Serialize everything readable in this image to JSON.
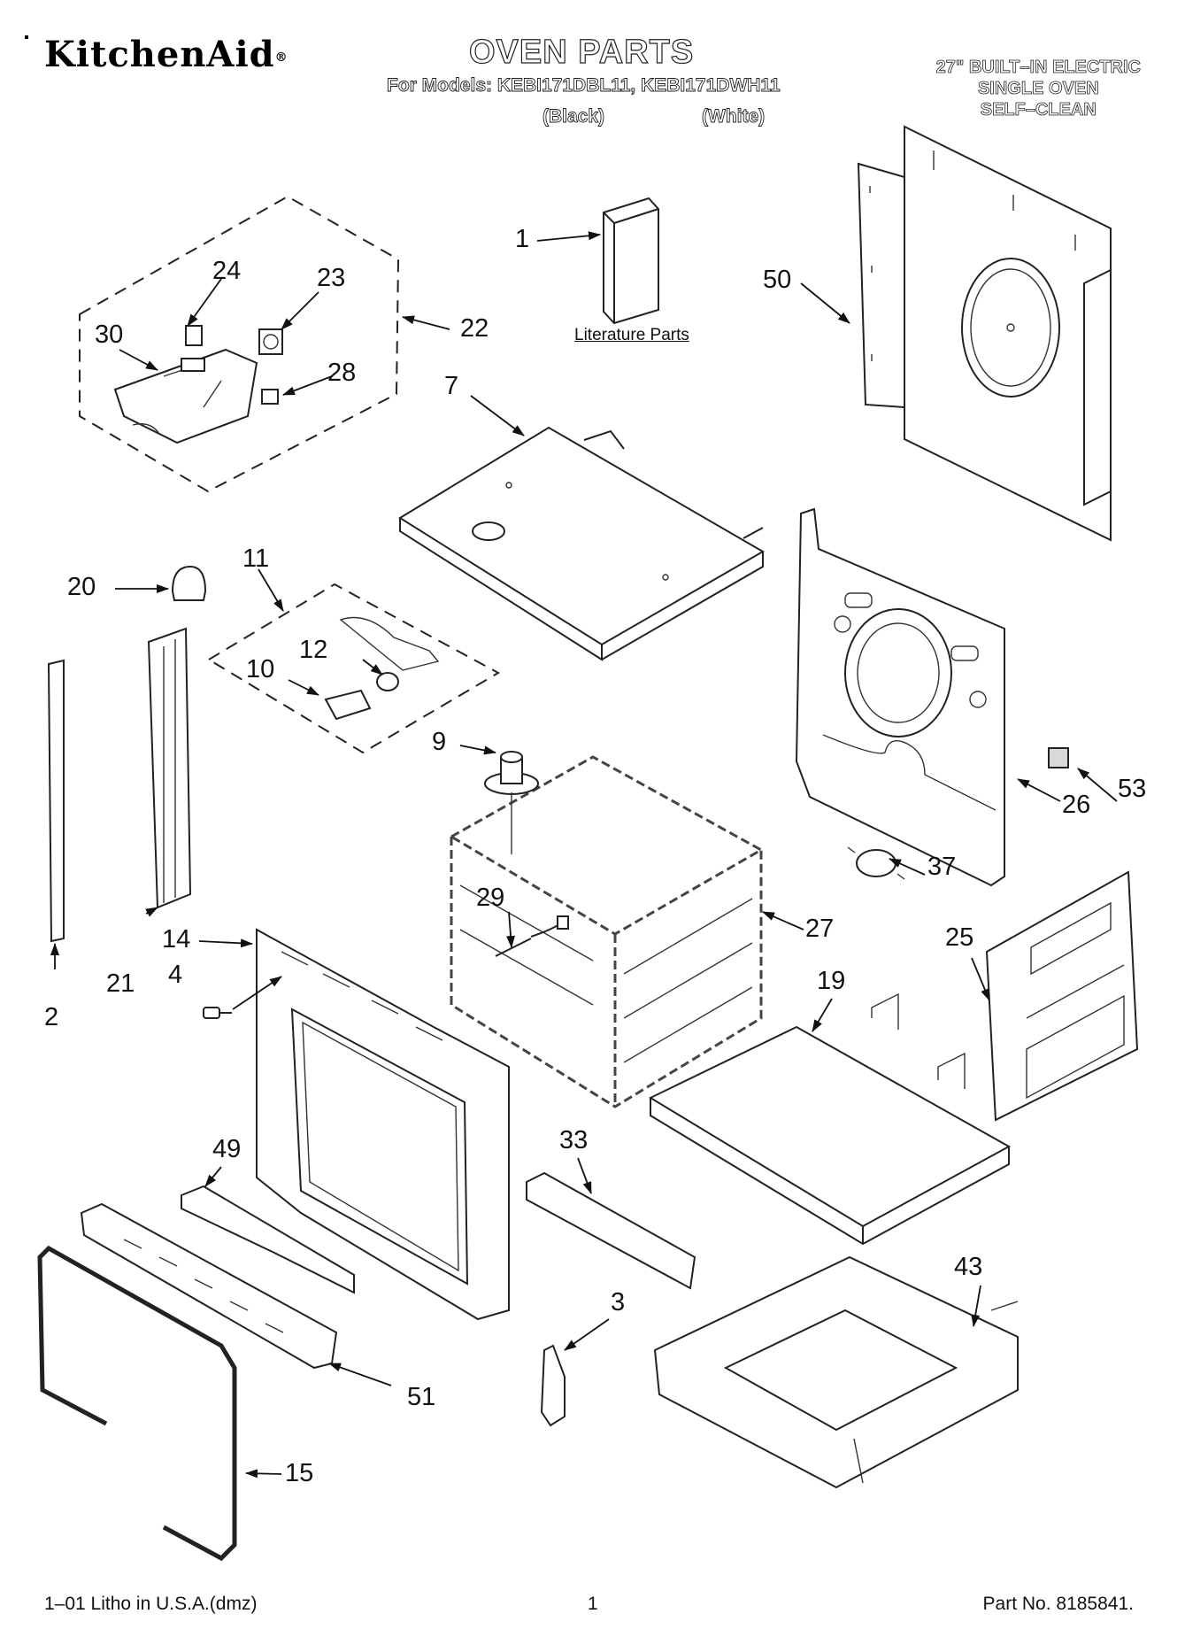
{
  "header": {
    "brand": "KitchenAid",
    "brand_mark": "®",
    "title": "OVEN PARTS",
    "models_line": "For Models: KEBI171DBL11, KEBI171DWH11",
    "variant_black": "(Black)",
    "variant_white": "(White)",
    "product_lines": [
      "27\" BUILT–IN ELECTRIC",
      "SINGLE OVEN",
      "SELF–CLEAN"
    ]
  },
  "literature_label": "Literature Parts",
  "callouts": [
    "1",
    "24",
    "23",
    "22",
    "30",
    "28",
    "50",
    "7",
    "20",
    "11",
    "12",
    "10",
    "9",
    "26",
    "53",
    "37",
    "29",
    "27",
    "14",
    "21",
    "4",
    "2",
    "25",
    "19",
    "49",
    "33",
    "3",
    "43",
    "51",
    "15"
  ],
  "footer": {
    "left": "1–01 Litho in U.S.A.(dmz)",
    "center": "1",
    "right": "Part No. 8185841"
  },
  "colors": {
    "ink": "#222222",
    "paper": "#ffffff"
  }
}
